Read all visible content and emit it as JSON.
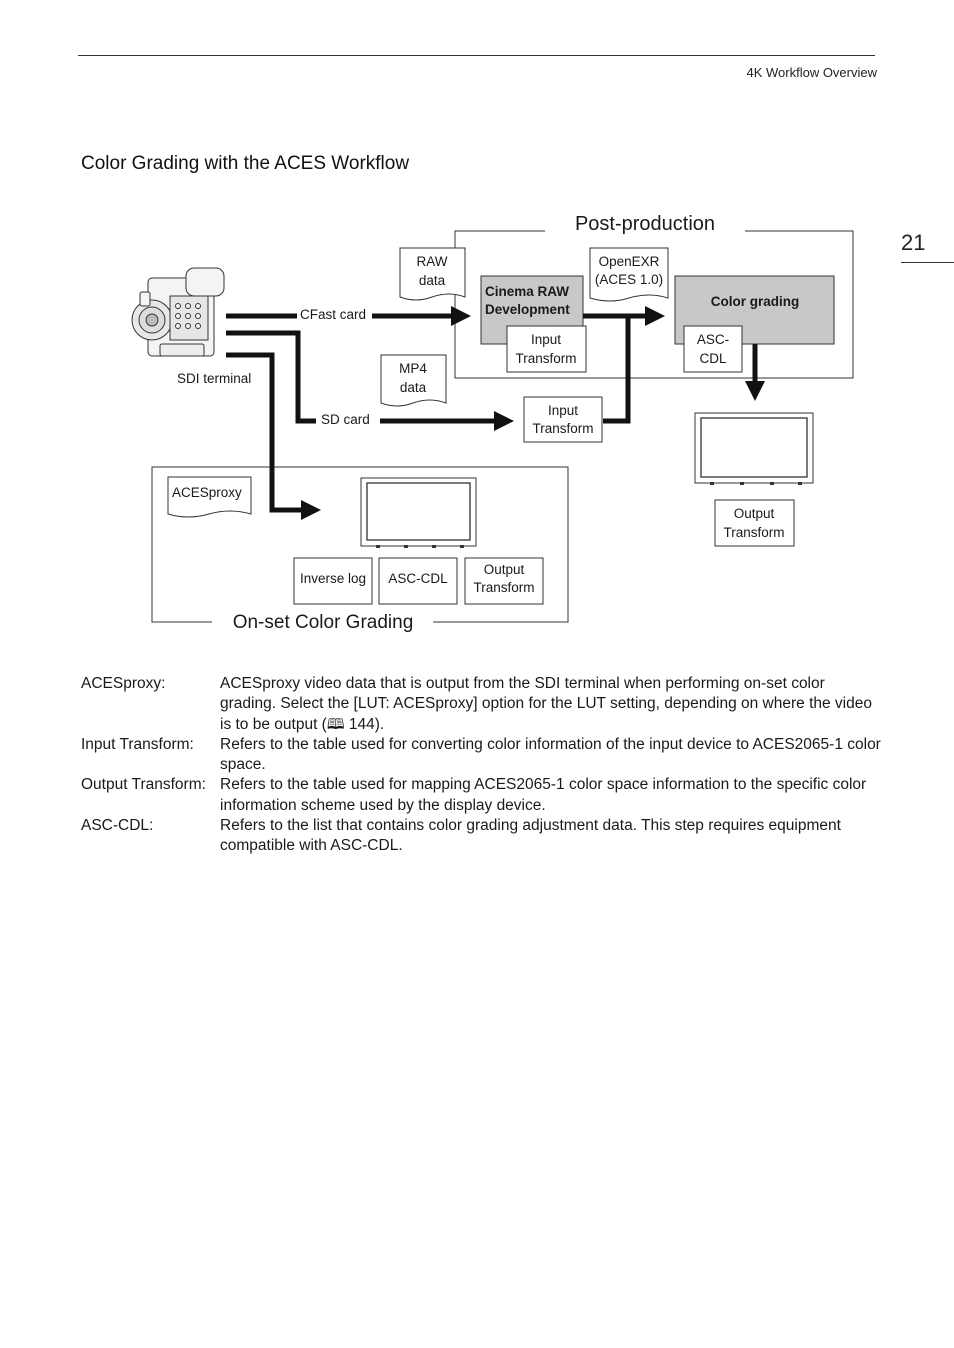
{
  "header": {
    "section_label": "4K Workflow Overview",
    "page_number": "21"
  },
  "section_title": "Color Grading with the ACES Workflow",
  "diagram": {
    "post_production_title": "Post-production",
    "onset_title": "On-set Color Grading",
    "raw_data": [
      "RAW",
      "data"
    ],
    "openexr": [
      "OpenEXR",
      "(ACES 1.0)"
    ],
    "cinema_raw": [
      "Cinema RAW",
      "Development"
    ],
    "color_grading": "Color grading",
    "input_transform": [
      "Input",
      "Transform"
    ],
    "asc_cdl_post": [
      "ASC-",
      "CDL"
    ],
    "cfast_card": "CFast card",
    "sdi_terminal": "SDI terminal",
    "sd_card": "SD card",
    "mp4_data": [
      "MP4",
      "data"
    ],
    "input_transform_2": [
      "Input",
      "Transform"
    ],
    "output_transform_post": [
      "Output",
      "Transform"
    ],
    "acesproxy_doc": "ACESproxy",
    "inverse_log": "Inverse log",
    "asc_cdl_onset": "ASC-CDL",
    "output_transform_onset": [
      "Output",
      "Transform"
    ]
  },
  "definitions": [
    {
      "term": "ACESproxy:",
      "desc_before": "ACESproxy video data that is output from the SDI terminal when performing on-set color grading. Select the [LUT: ACESproxy] option for the LUT setting, depending on where the video is to be output (",
      "desc_ref": "144",
      "desc_after": ")."
    },
    {
      "term": "Input Transform:",
      "desc": "Refers to the table used for converting color information of the input device to ACES2065-1 color space."
    },
    {
      "term": "Output Transform:",
      "desc": "Refers to the table used for mapping ACES2065-1 color space information to the specific color information scheme used by the display device."
    },
    {
      "term": "ASC-CDL:",
      "desc": "Refers to the list that contains color grading adjustment data. This step requires equipment compatible with ASC-CDL."
    }
  ],
  "colors": {
    "box_fill": "#c8c8c8",
    "arrow": "#111111"
  }
}
